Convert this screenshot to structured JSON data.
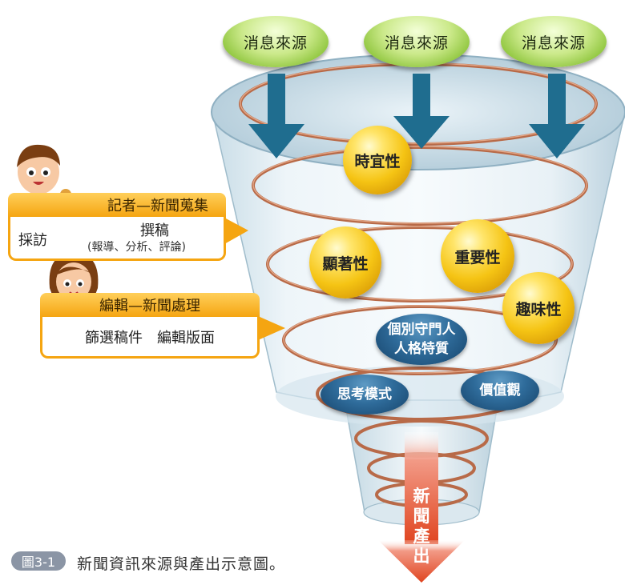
{
  "sources": [
    "消息來源",
    "消息來源",
    "消息來源"
  ],
  "values": {
    "timeliness": "時宜性",
    "prominence": "顯著性",
    "importance": "重要性",
    "interest": "趣味性"
  },
  "gatekeeper": {
    "line1": "個別守門人",
    "line2": "人格特質",
    "thinking": "思考模式",
    "values": "價值觀"
  },
  "reporter": {
    "heading": "記者—新聞蒐集",
    "interview": "採訪",
    "writing": "撰稿",
    "writing_detail": "(報導、分析、評論)"
  },
  "editor": {
    "heading": "編輯—新聞處理",
    "body": "篩選稿件　編輯版面"
  },
  "output": "新聞產出",
  "caption": {
    "badge": "圖3-1",
    "text": "新聞資訊來源與產出示意圖。"
  },
  "colors": {
    "source_green": "#a6d452",
    "ball_gold": "#f5c414",
    "pill_blue": "#2f6c9b",
    "box_orange": "#f5a511",
    "arrow_blue": "#1f6d8f",
    "out_arrow_red": "#e04a2e",
    "spiral_copper": "#b86a48"
  }
}
